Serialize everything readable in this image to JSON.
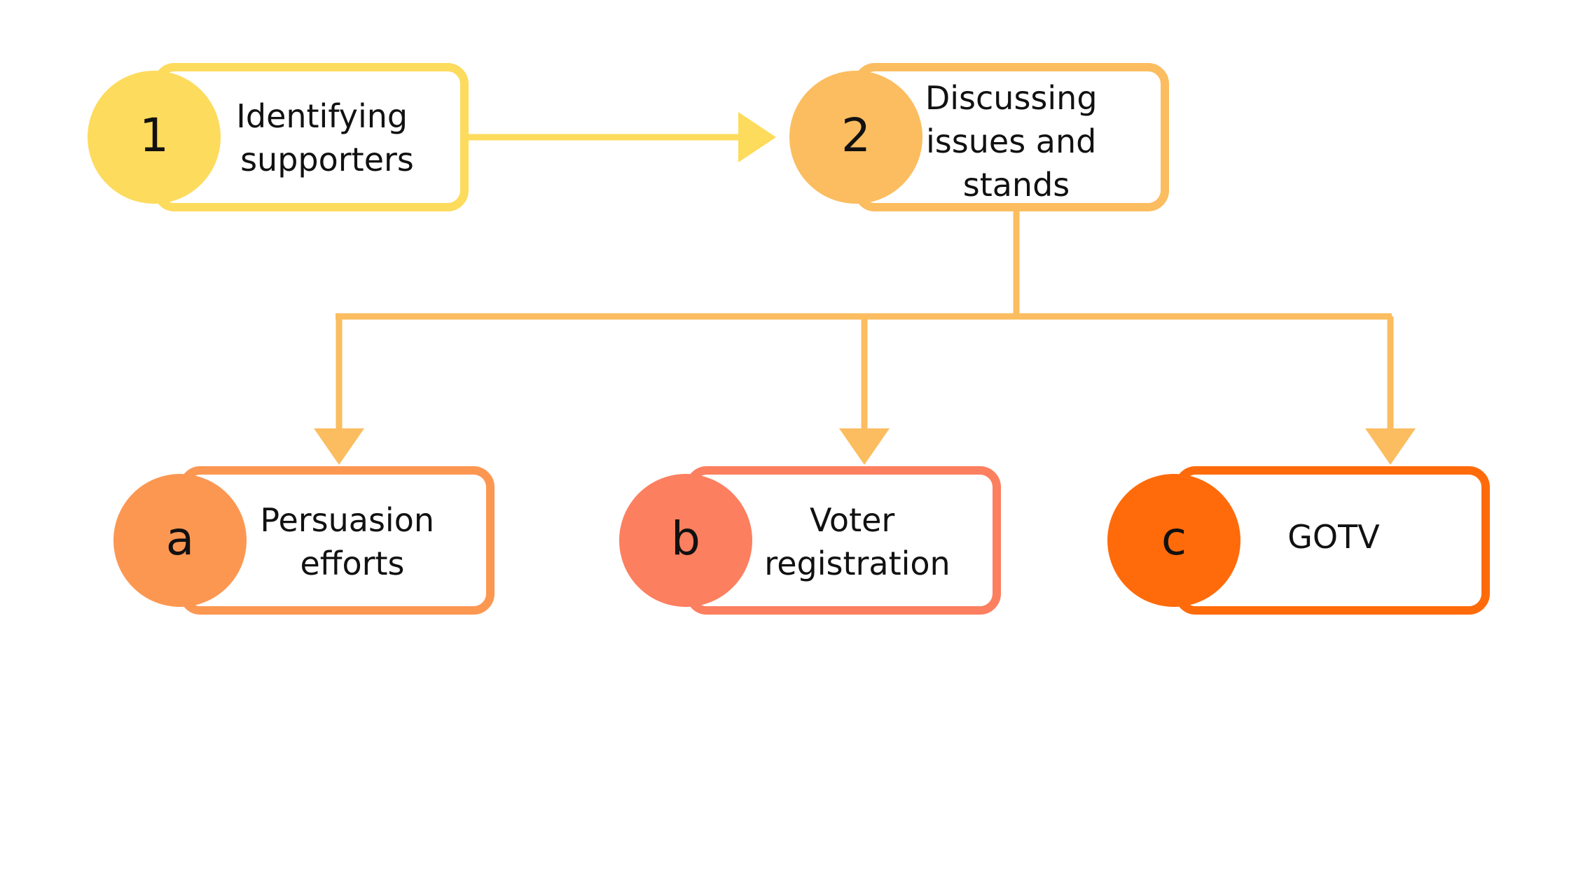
{
  "nodes": {
    "n1": {
      "marker": "1",
      "lines": [
        "Identifying",
        "supporters"
      ],
      "color": "#FDDB5C"
    },
    "n2": {
      "marker": "2",
      "lines": [
        "Discussing",
        "issues and",
        "stands"
      ],
      "color": "#FBBD5F"
    },
    "na": {
      "marker": "a",
      "lines": [
        "Persuasion",
        "efforts"
      ],
      "color": "#FC9752"
    },
    "nb": {
      "marker": "b",
      "lines": [
        "Voter",
        "registration"
      ],
      "color": "#FC7F5F"
    },
    "nc": {
      "marker": "c",
      "lines": [
        "GOTV"
      ],
      "color": "#FF6B0A"
    }
  },
  "connectors": {
    "arrow_1_to_2_color": "#FDDB5C",
    "branch_color": "#FBBD5F"
  }
}
